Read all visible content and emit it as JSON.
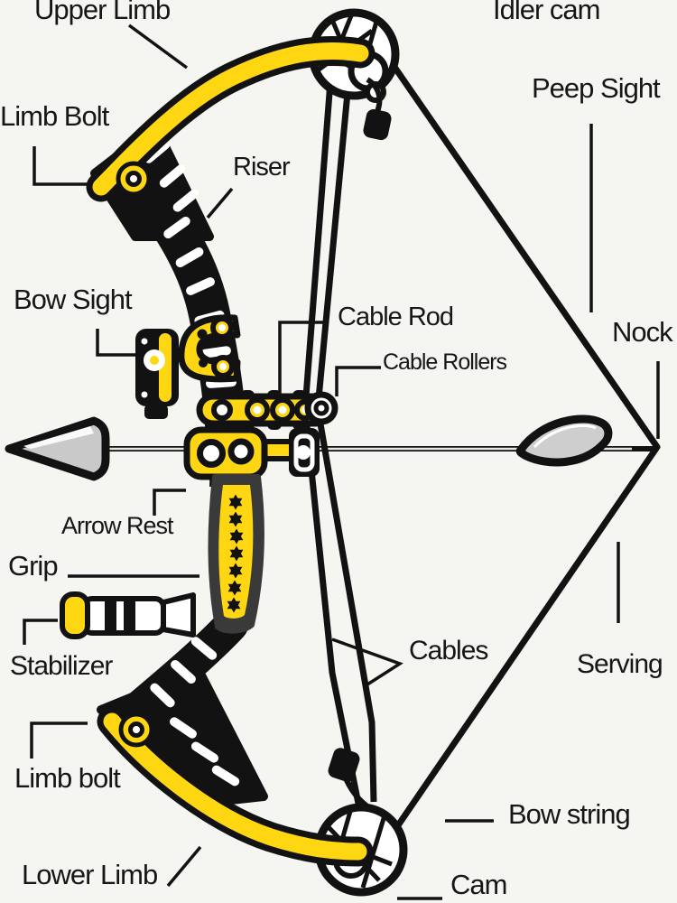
{
  "colors": {
    "background": "#f5f5f2",
    "accent_yellow": "#fed712",
    "outline_black": "#121212",
    "label_text": "#161616",
    "metal_gray": "#c9c9c9"
  },
  "labels": {
    "upper_limb": "Upper Limb",
    "idler_cam": "Idler cam",
    "peep_sight": "Peep Sight",
    "limb_bolt_upper": "Limb Bolt",
    "riser": "Riser",
    "bow_sight": "Bow Sight",
    "cable_rod": "Cable Rod",
    "cable_rollers": "Cable Rollers",
    "nock": "Nock",
    "arrow_rest": "Arrow Rest",
    "grip": "Grip",
    "stabilizer": "Stabilizer",
    "cables": "Cables",
    "serving": "Serving",
    "limb_bolt_lower": "Limb bolt",
    "bow_string": "Bow string",
    "lower_limb": "Lower Limb",
    "cam": "Cam"
  }
}
